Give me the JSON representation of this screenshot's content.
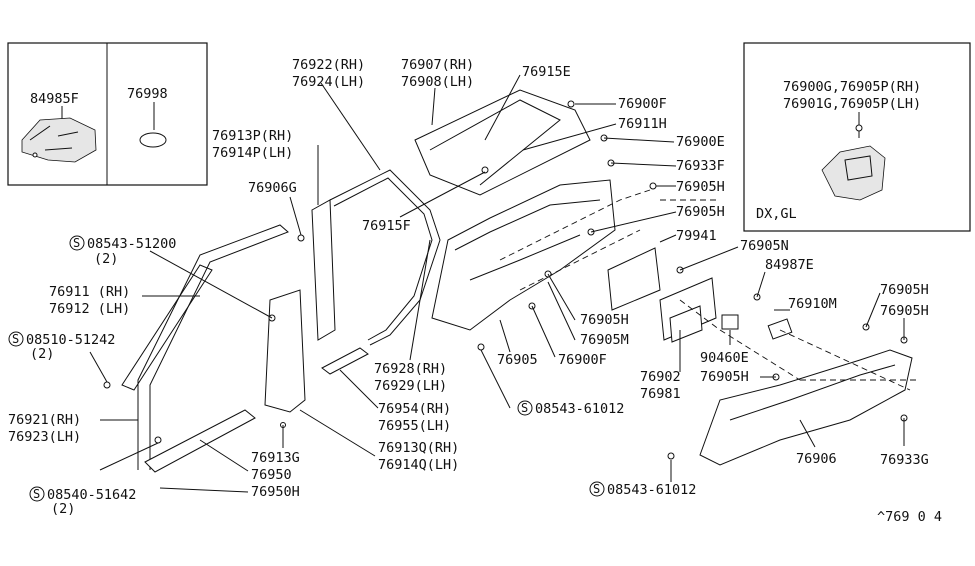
{
  "inset_left": {
    "part_a": "84985F",
    "part_b": "76998"
  },
  "inset_right": {
    "line1": "76900G,76905P(RH)",
    "line2": "76901G,76905P(LH)",
    "variant": "DX,GL"
  },
  "labels": {
    "p76922": "76922(RH)",
    "p76924": "76924(LH)",
    "p76907": "76907(RH)",
    "p76908": "76908(LH)",
    "p76915E": "76915E",
    "p76900F_top": "76900F",
    "p76911H": "76911H",
    "p76900E": "76900E",
    "p76913P": "76913P(RH)",
    "p76914P": "76914P(LH)",
    "p76933F": "76933F",
    "p76905H_a": "76905H",
    "p76906G": "76906G",
    "p76915F": "76915F",
    "p76905H_b": "76905H",
    "p79941": "79941",
    "p76905N": "76905N",
    "p84987E": "84987E",
    "s08543_51200": "08543-51200",
    "s08543_51200_qty": "(2)",
    "p76911RH": "76911 (RH)",
    "p76912LH": "76912 (LH)",
    "p76910M": "76910M",
    "p76905H_c": "76905H",
    "p76905H_d": "76905H",
    "s08510_51242": "08510-51242",
    "s08510_51242_qty": "(2)",
    "p76905H_e": "76905H",
    "p76905M": "76905M",
    "p76905": "76905",
    "p76900F_mid": "76900F",
    "p90460E": "90460E",
    "p76928": "76928(RH)",
    "p76929": "76929(LH)",
    "p76902": "76902",
    "p76981": "76981",
    "p76905H_f": "76905H",
    "p76921": "76921(RH)",
    "p76923": "76923(LH)",
    "p76954": "76954(RH)",
    "p76955": "76955(LH)",
    "s08543_61012_a": "08543-61012",
    "p76913G": "76913G",
    "p76913Q": "76913Q(RH)",
    "p76914Q": "76914Q(LH)",
    "p76950": "76950",
    "p76906": "76906",
    "p76933G": "76933G",
    "s08540_51642": "08540-51642",
    "s08540_51642_qty": "(2)",
    "p76950H": "76950H",
    "s08543_61012_b": "08543-61012"
  },
  "screw_symbol": "S",
  "footer_code": "^769 0  4"
}
